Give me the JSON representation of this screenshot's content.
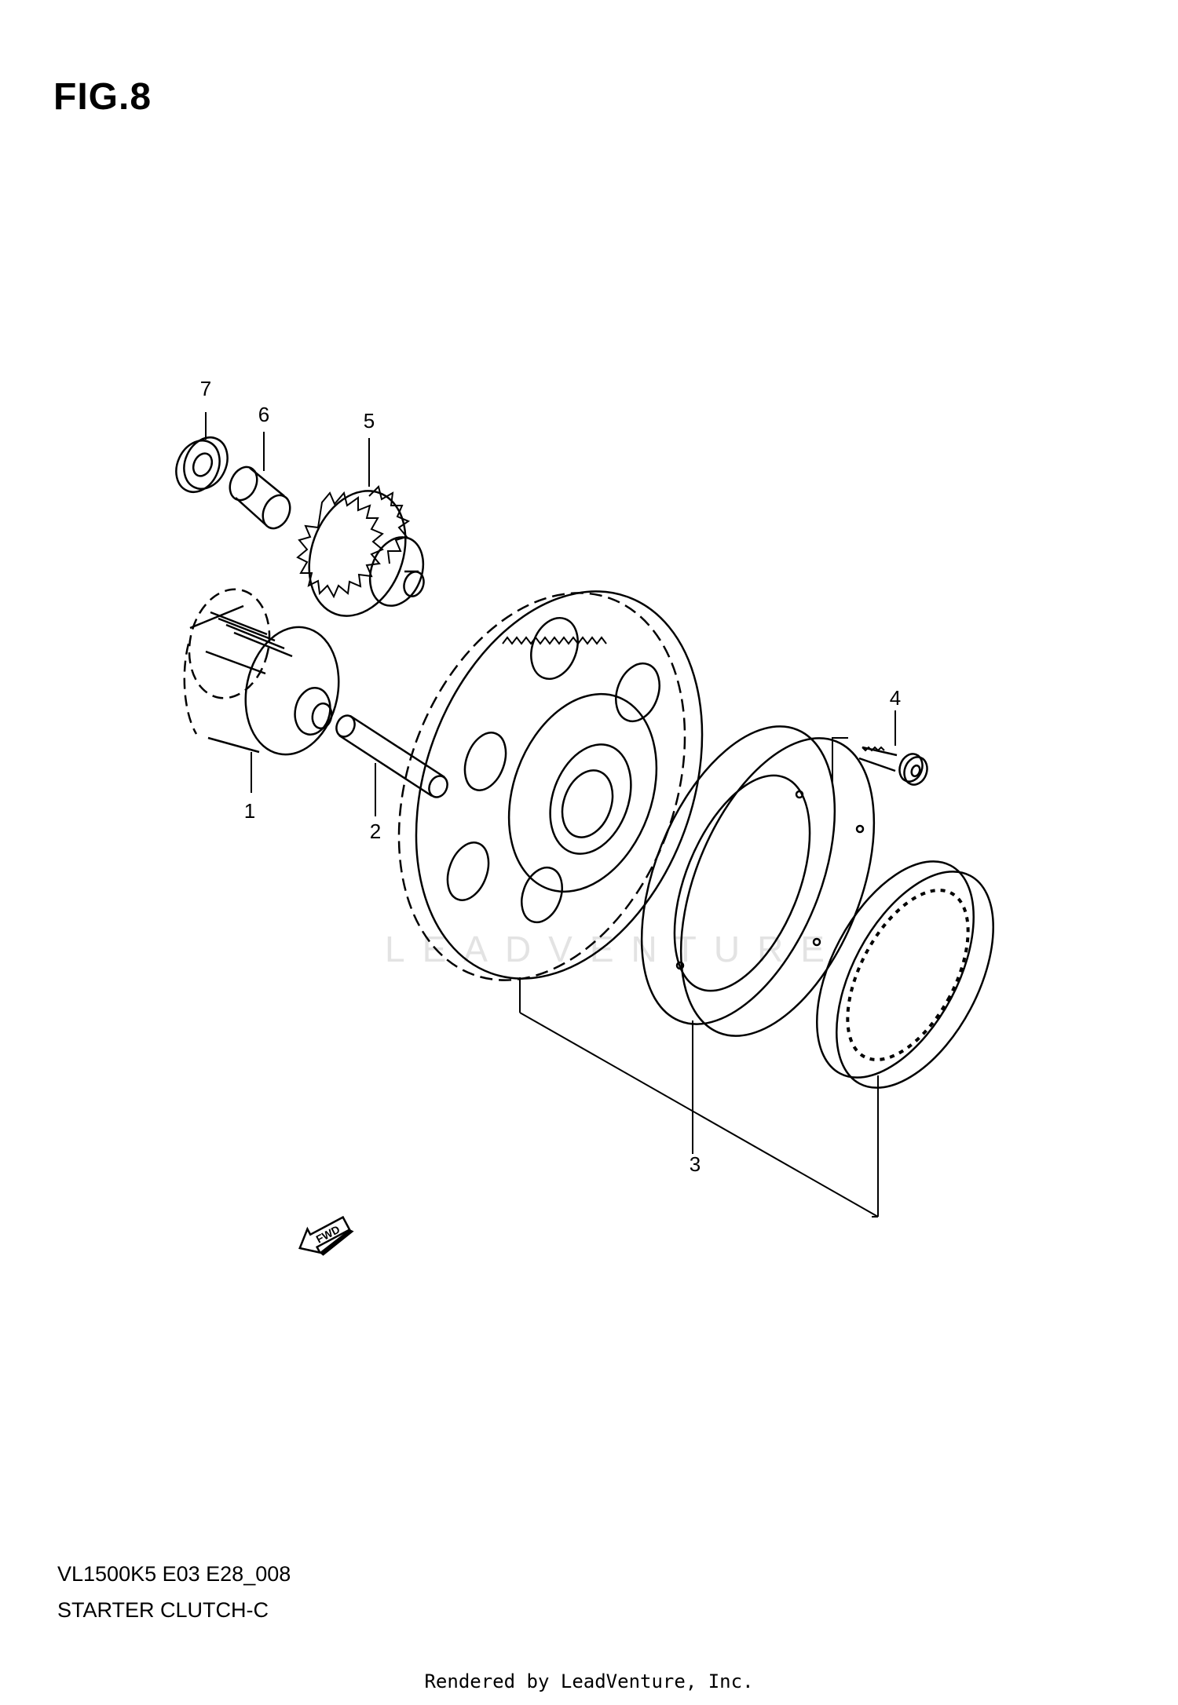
{
  "figure": {
    "title": "FIG.8"
  },
  "watermark": {
    "text": "LEADVENTURE"
  },
  "callouts": [
    {
      "id": "1",
      "label": "1"
    },
    {
      "id": "2",
      "label": "2"
    },
    {
      "id": "3",
      "label": "3"
    },
    {
      "id": "4",
      "label": "4"
    },
    {
      "id": "5",
      "label": "5"
    },
    {
      "id": "6",
      "label": "6"
    },
    {
      "id": "7",
      "label": "7"
    }
  ],
  "fwd_arrow": {
    "label": "FWD"
  },
  "footer": {
    "model_code": "VL1500K5 E03 E28_008",
    "diagram_name": "STARTER CLUTCH-C",
    "rendered_by": "Rendered by LeadVenture, Inc."
  },
  "colors": {
    "line": "#000000",
    "background": "#ffffff",
    "watermark": "#e3e3e3"
  }
}
